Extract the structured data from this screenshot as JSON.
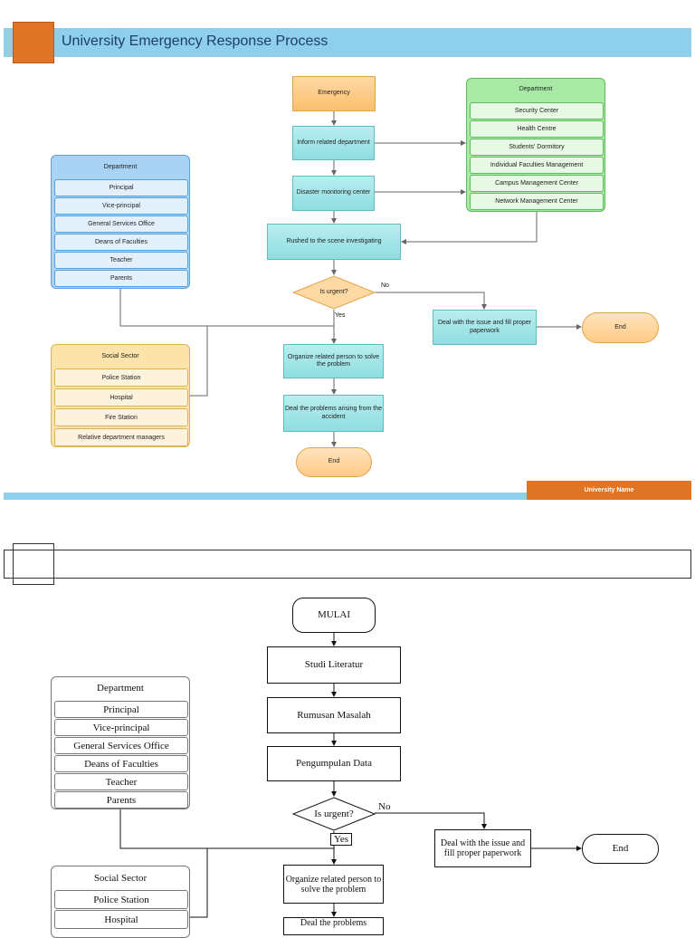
{
  "colored": {
    "title": "University Emergency Response Process",
    "footer_name": "University Name",
    "flow": {
      "emergency": "Emergency",
      "inform": "Inform related department",
      "monitoring": "Disaster monitoring center",
      "rushed": "Rushed to the scene investigating",
      "decision": "Is urgent?",
      "no": "No",
      "yes": "Yes",
      "deal_issue": "Deal with the issue and fill proper paperwork",
      "end_right": "End",
      "organize": "Organize related person to solve the problem",
      "deal_problems": "Deal the problems arising from the accident",
      "end_bottom": "End"
    },
    "right_panel": {
      "title": "Department",
      "items": [
        "Security Center",
        "Health Centre",
        "Students' Dormitory",
        "Individual Faculties Management",
        "Campus Management Center",
        "Network Management Center"
      ]
    },
    "left_panel": {
      "title": "Department",
      "items": [
        "Principal",
        "Vice-principal",
        "General Services Office",
        "Deans of Faculties",
        "Teacher",
        "Parents"
      ]
    },
    "social_panel": {
      "title": "Social Sector",
      "items": [
        "Police Station",
        "Hospital",
        "Fire Station",
        "Relative department managers"
      ]
    }
  },
  "plain": {
    "flow": {
      "mulai": "MULAI",
      "studi": "Studi Literatur",
      "rumusan": "Rumusan Masalah",
      "pengumpulan": "Pengumpulan Data",
      "decision": "Is urgent?",
      "no": "No",
      "yes": "Yes",
      "deal_issue": "Deal with the issue and fill proper paperwork",
      "end_right": "End",
      "organize": "Organize related person to solve the problem",
      "deal_problems": "Deal the problems"
    },
    "left_panel": {
      "title": "Department",
      "items": [
        "Principal",
        "Vice-principal",
        "General Services Office",
        "Deans of Faculties",
        "Teacher",
        "Parents"
      ]
    },
    "social_panel": {
      "title": "Social Sector",
      "items": [
        "Police Station",
        "Hospital"
      ]
    }
  }
}
